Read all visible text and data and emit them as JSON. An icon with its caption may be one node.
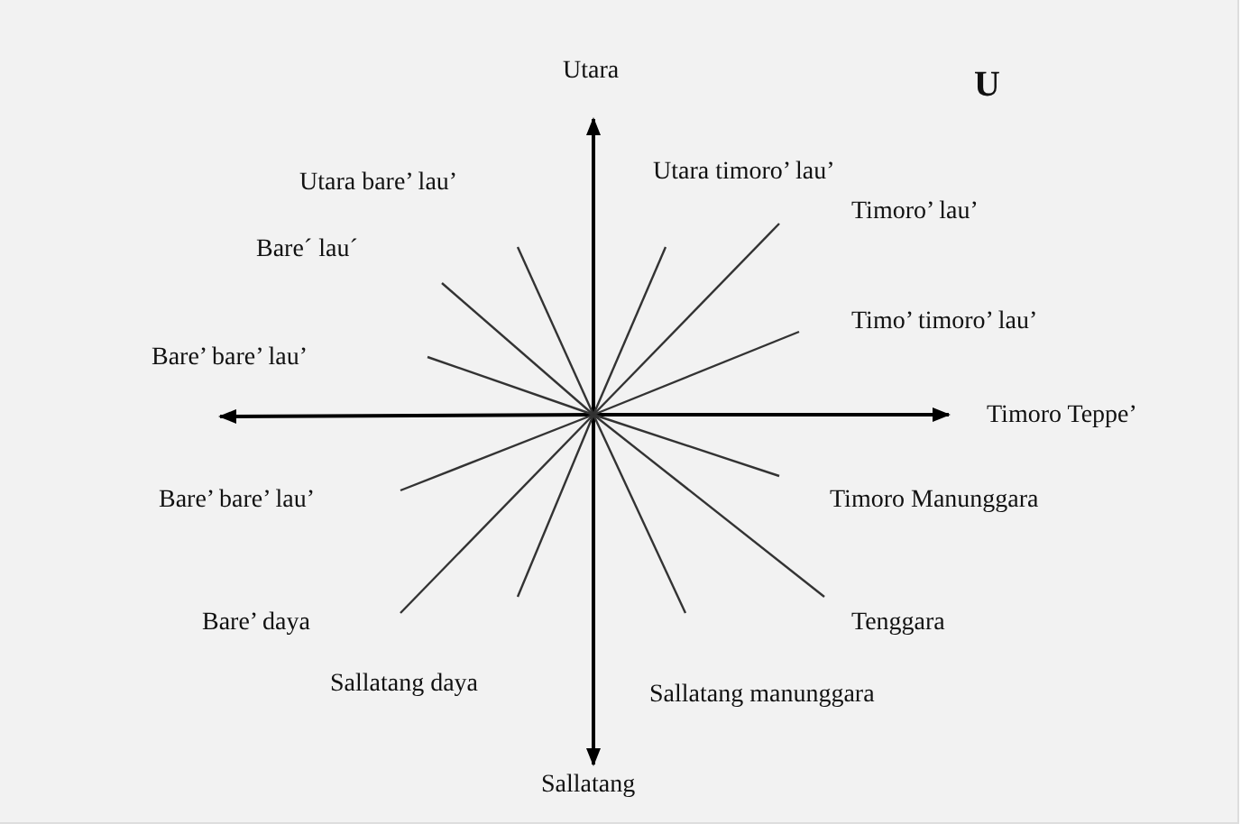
{
  "diagram": {
    "labels": [
      "Utara",
      "U",
      "Utara bare’ lau’",
      "Utara timoro’ lau’",
      "Timoro’ lau’",
      "Bare´ lau´",
      "Timo’ timoro’ lau’",
      "Bare’ bare’ lau’",
      "Timoro Teppe’",
      "Bare’ bare’ lau’",
      "Timoro Manunggara",
      "Bare’ daya",
      "Tenggara",
      "Sallatang daya",
      "Sallatang manunggara",
      "Sallatang"
    ]
  }
}
